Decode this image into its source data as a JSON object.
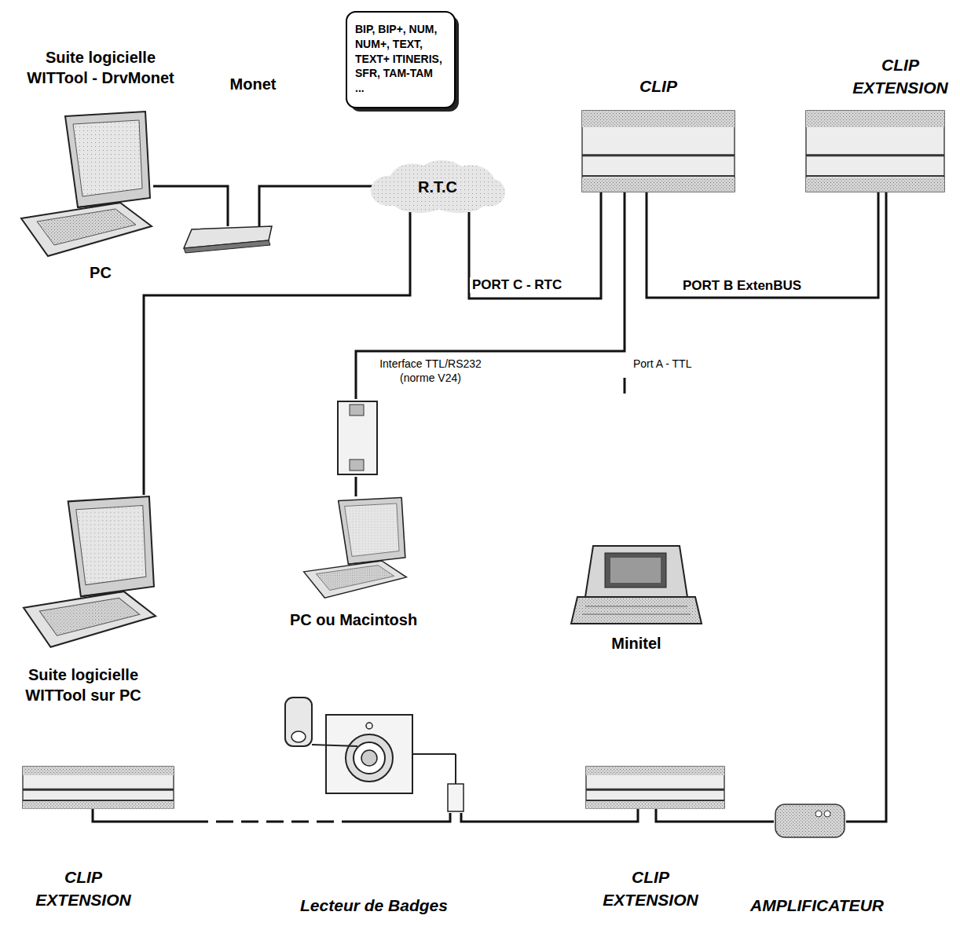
{
  "diagram": {
    "nodes": [
      {
        "text": [
          "Suite logicielle WITTool - DrvMonet",
          "PC"
        ]
      },
      {
        "text": [
          "Monet"
        ]
      },
      {
        "text": [
          "BIP, BIP+, NUM, NUM+, TEXT, TEXT+ ITINERIS, SFR, TAM-TAM ..."
        ]
      },
      {
        "text": [
          "R.T.C"
        ]
      },
      {
        "text": [
          "CLIP"
        ]
      },
      {
        "text": [
          "CLIP EXTENSION"
        ]
      },
      {
        "text": [
          "Interface TTL/RS232 (norme V24)"
        ]
      },
      {
        "text": [
          "Suite logicielle WITTool sur PC"
        ]
      },
      {
        "text": [
          "PC ou Macintosh"
        ]
      },
      {
        "text": [
          "Minitel"
        ]
      },
      {
        "text": [
          "CLIP EXTENSION"
        ]
      },
      {
        "text": [
          "Lecteur de Badges"
        ]
      },
      {
        "text": [
          "CLIP EXTENSION"
        ]
      },
      {
        "text": [
          "AMPLIFICATEUR"
        ]
      }
    ],
    "edges": [
      {
        "from": 0,
        "to": 1,
        "arrow": "none"
      },
      {
        "from": 1,
        "to": 3,
        "arrow": "none"
      },
      {
        "from": 3,
        "to": 4,
        "label": "PORT C - RTC",
        "arrow": "none"
      },
      {
        "from": 3,
        "to": 7,
        "arrow": "none"
      },
      {
        "from": 4,
        "to": 5,
        "label": "PORT B ExtenBUS",
        "arrow": "none"
      },
      {
        "from": 5,
        "to": 13,
        "arrow": "none"
      },
      {
        "from": 4,
        "to": 6,
        "arrow": "none"
      },
      {
        "from": 4,
        "to": 9,
        "label": "Port A - TTL",
        "arrow": "none"
      },
      {
        "from": 6,
        "to": 8,
        "arrow": "none"
      },
      {
        "from": 13,
        "to": 12,
        "arrow": "none"
      },
      {
        "from": 12,
        "to": 11,
        "arrow": "none"
      },
      {
        "from": 11,
        "to": 10,
        "arrow": "none"
      }
    ]
  }
}
